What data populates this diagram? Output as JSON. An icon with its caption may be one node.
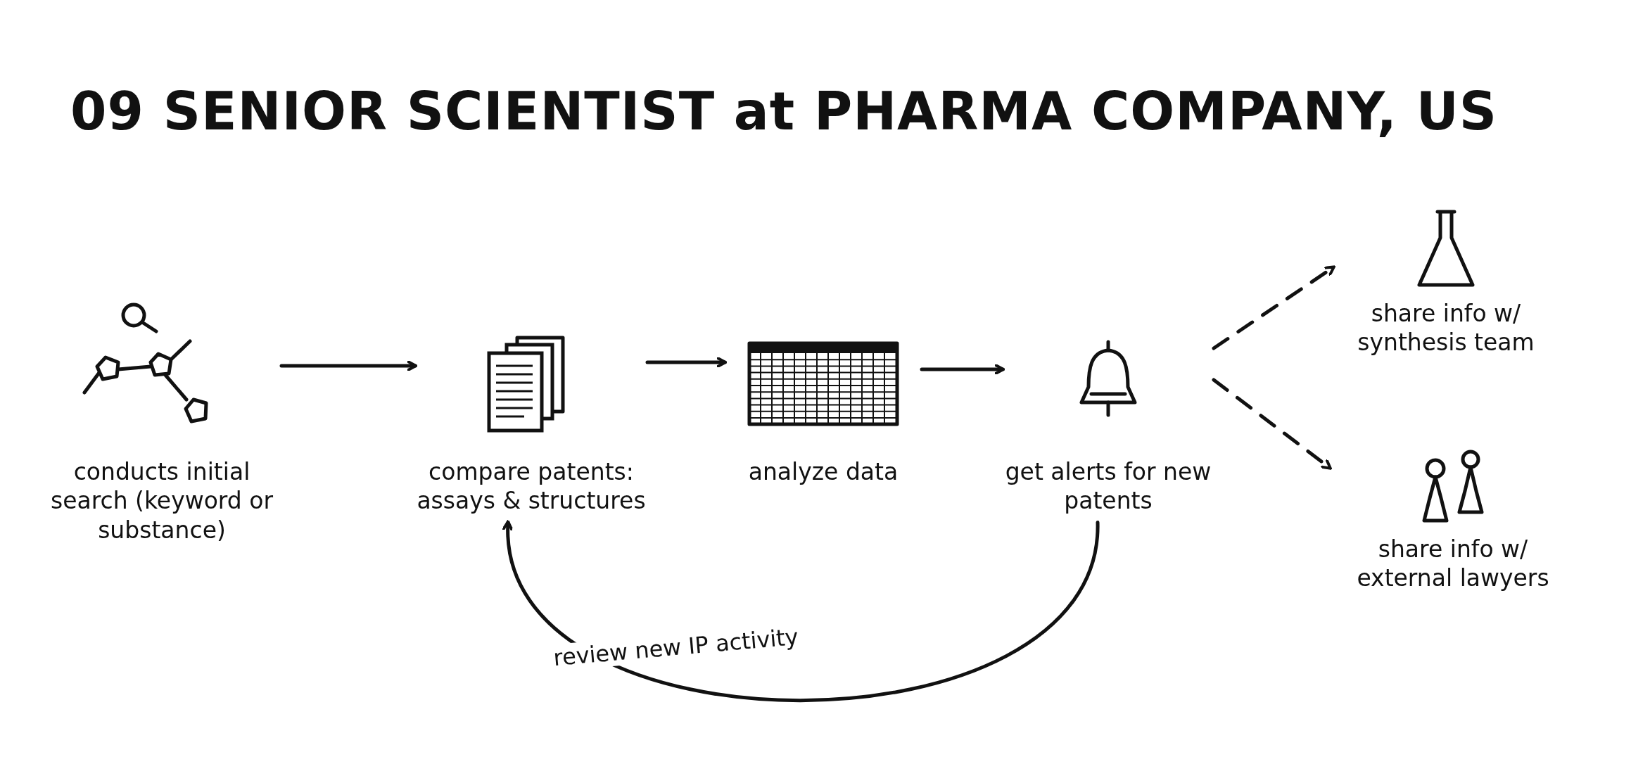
{
  "diagram": {
    "title": "09 SENIOR SCIENTIST at PHARMA COMPANY, US",
    "nodes": [
      {
        "text": [
          "conducts initial search (keyword or substance)"
        ]
      },
      {
        "text": [
          "compare patents: assays & structures"
        ]
      },
      {
        "text": [
          "analyze data"
        ]
      },
      {
        "text": [
          "get alerts for new patents"
        ]
      },
      {
        "text": [
          "share info w/ synthesis team"
        ]
      },
      {
        "text": [
          "share info w/ external lawyers"
        ]
      }
    ],
    "edges": [
      {
        "from": 0,
        "to": 1,
        "arrow": "to"
      },
      {
        "from": 1,
        "to": 2,
        "arrow": "to"
      },
      {
        "from": 2,
        "to": 3,
        "arrow": "to"
      },
      {
        "from": 3,
        "to": 4,
        "arrow": "to",
        "style": "dashed"
      },
      {
        "from": 3,
        "to": 5,
        "arrow": "to",
        "style": "dashed"
      },
      {
        "from": 3,
        "to": 1,
        "arrow": "to",
        "label": "review new IP activity"
      }
    ]
  }
}
